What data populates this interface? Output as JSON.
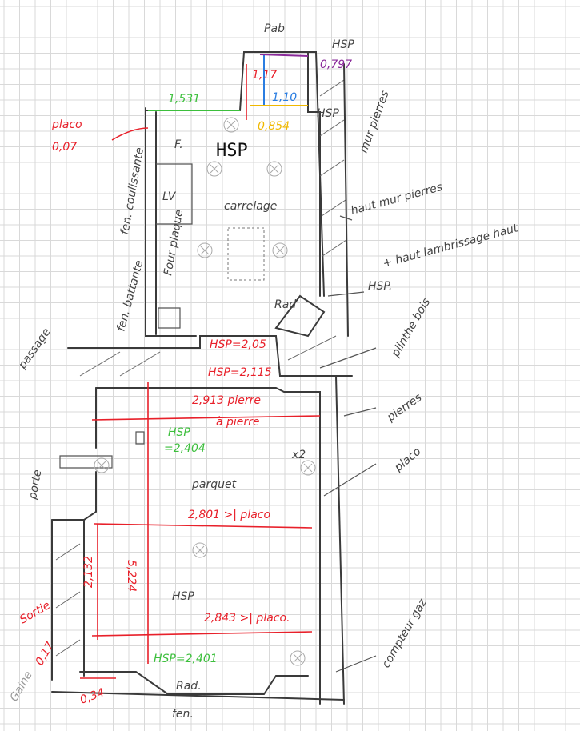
{
  "colors": {
    "pencil": "#3a3a3a",
    "red": "#e8202a",
    "green": "#3cbf3c",
    "blue": "#2a7de1",
    "yellow": "#f0b800",
    "purple": "#8a2a9a",
    "grid": "#d9d9d9"
  },
  "top": {
    "pab": "Pab",
    "hsp_top": "HSP",
    "d_0797": "0,797",
    "d_117": "1,17",
    "d_110": "1,10",
    "d_1531": "1,531",
    "hsp_side": "HSP",
    "d_0854": "0,854",
    "placo": "placo",
    "d_007": "0,07"
  },
  "kitchen": {
    "f": "F.",
    "hsp_big": "HSP",
    "lv": "LV",
    "four": "Four plaque",
    "carrelage": "carrelage",
    "fen_coulissante": "fen. coulissante",
    "fen_battante": "fen. battante",
    "passage": "passage",
    "rad": "Rad",
    "hsp_right": "HSP.",
    "mur_pierres": "mur pierres",
    "haut_note1": "haut mur pierres",
    "haut_note2": "+ haut lambrissage haut",
    "plinthe": "plinthe bois"
  },
  "corridor": {
    "hsp_205": "HSP=2,05",
    "hsp_2115": "HSP=2,115"
  },
  "living": {
    "d_2913": "2,913 pierre",
    "d_2913b": "à pierre",
    "hsp_2404a": "HSP",
    "hsp_2404b": "=2,404",
    "pierres": "pierres",
    "placo": "placo",
    "x2": "x2",
    "parquet": "parquet",
    "d_2801": "2,801 >| placo",
    "porte": "porte",
    "d_5224": "5,224",
    "d_2132": "2,132",
    "hsp": "HSP",
    "d_2843": "2,843 >| placo.",
    "hsp_2401": "HSP=2,401",
    "rad": "Rad.",
    "fen": "fen.",
    "sortie": "Sortie",
    "d_017": "0,17",
    "gaine": "Gaine",
    "d_034": "0,34",
    "compteur": "compteur gaz"
  }
}
